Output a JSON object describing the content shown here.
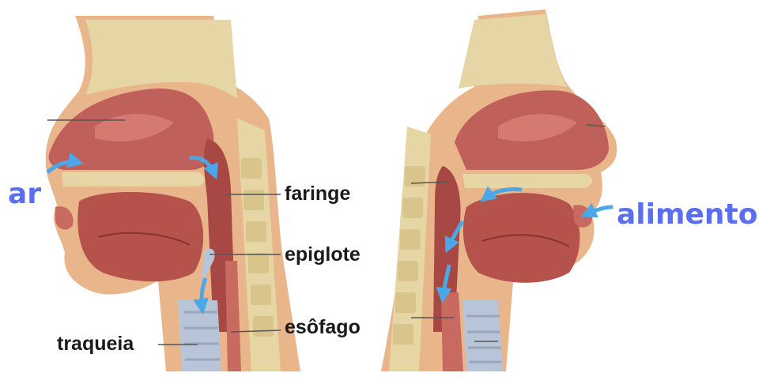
{
  "labels": {
    "air": "ar",
    "food": "alimento",
    "pharynx": "faringe",
    "epiglottis": "epiglote",
    "esophagus": "esôfago",
    "trachea": "traqueia"
  },
  "colors": {
    "flow_label": "#5b6ef0",
    "arrow": "#4aa8e8",
    "tissue": "#c0605a",
    "tissue_dark": "#8a3030",
    "skin": "#e9b58a",
    "bone": "#e6d6a6",
    "cartilage": "#b8c4d8",
    "leader": "#555555"
  },
  "icons": {
    "flow_arrow": "flow-arrow-icon"
  }
}
